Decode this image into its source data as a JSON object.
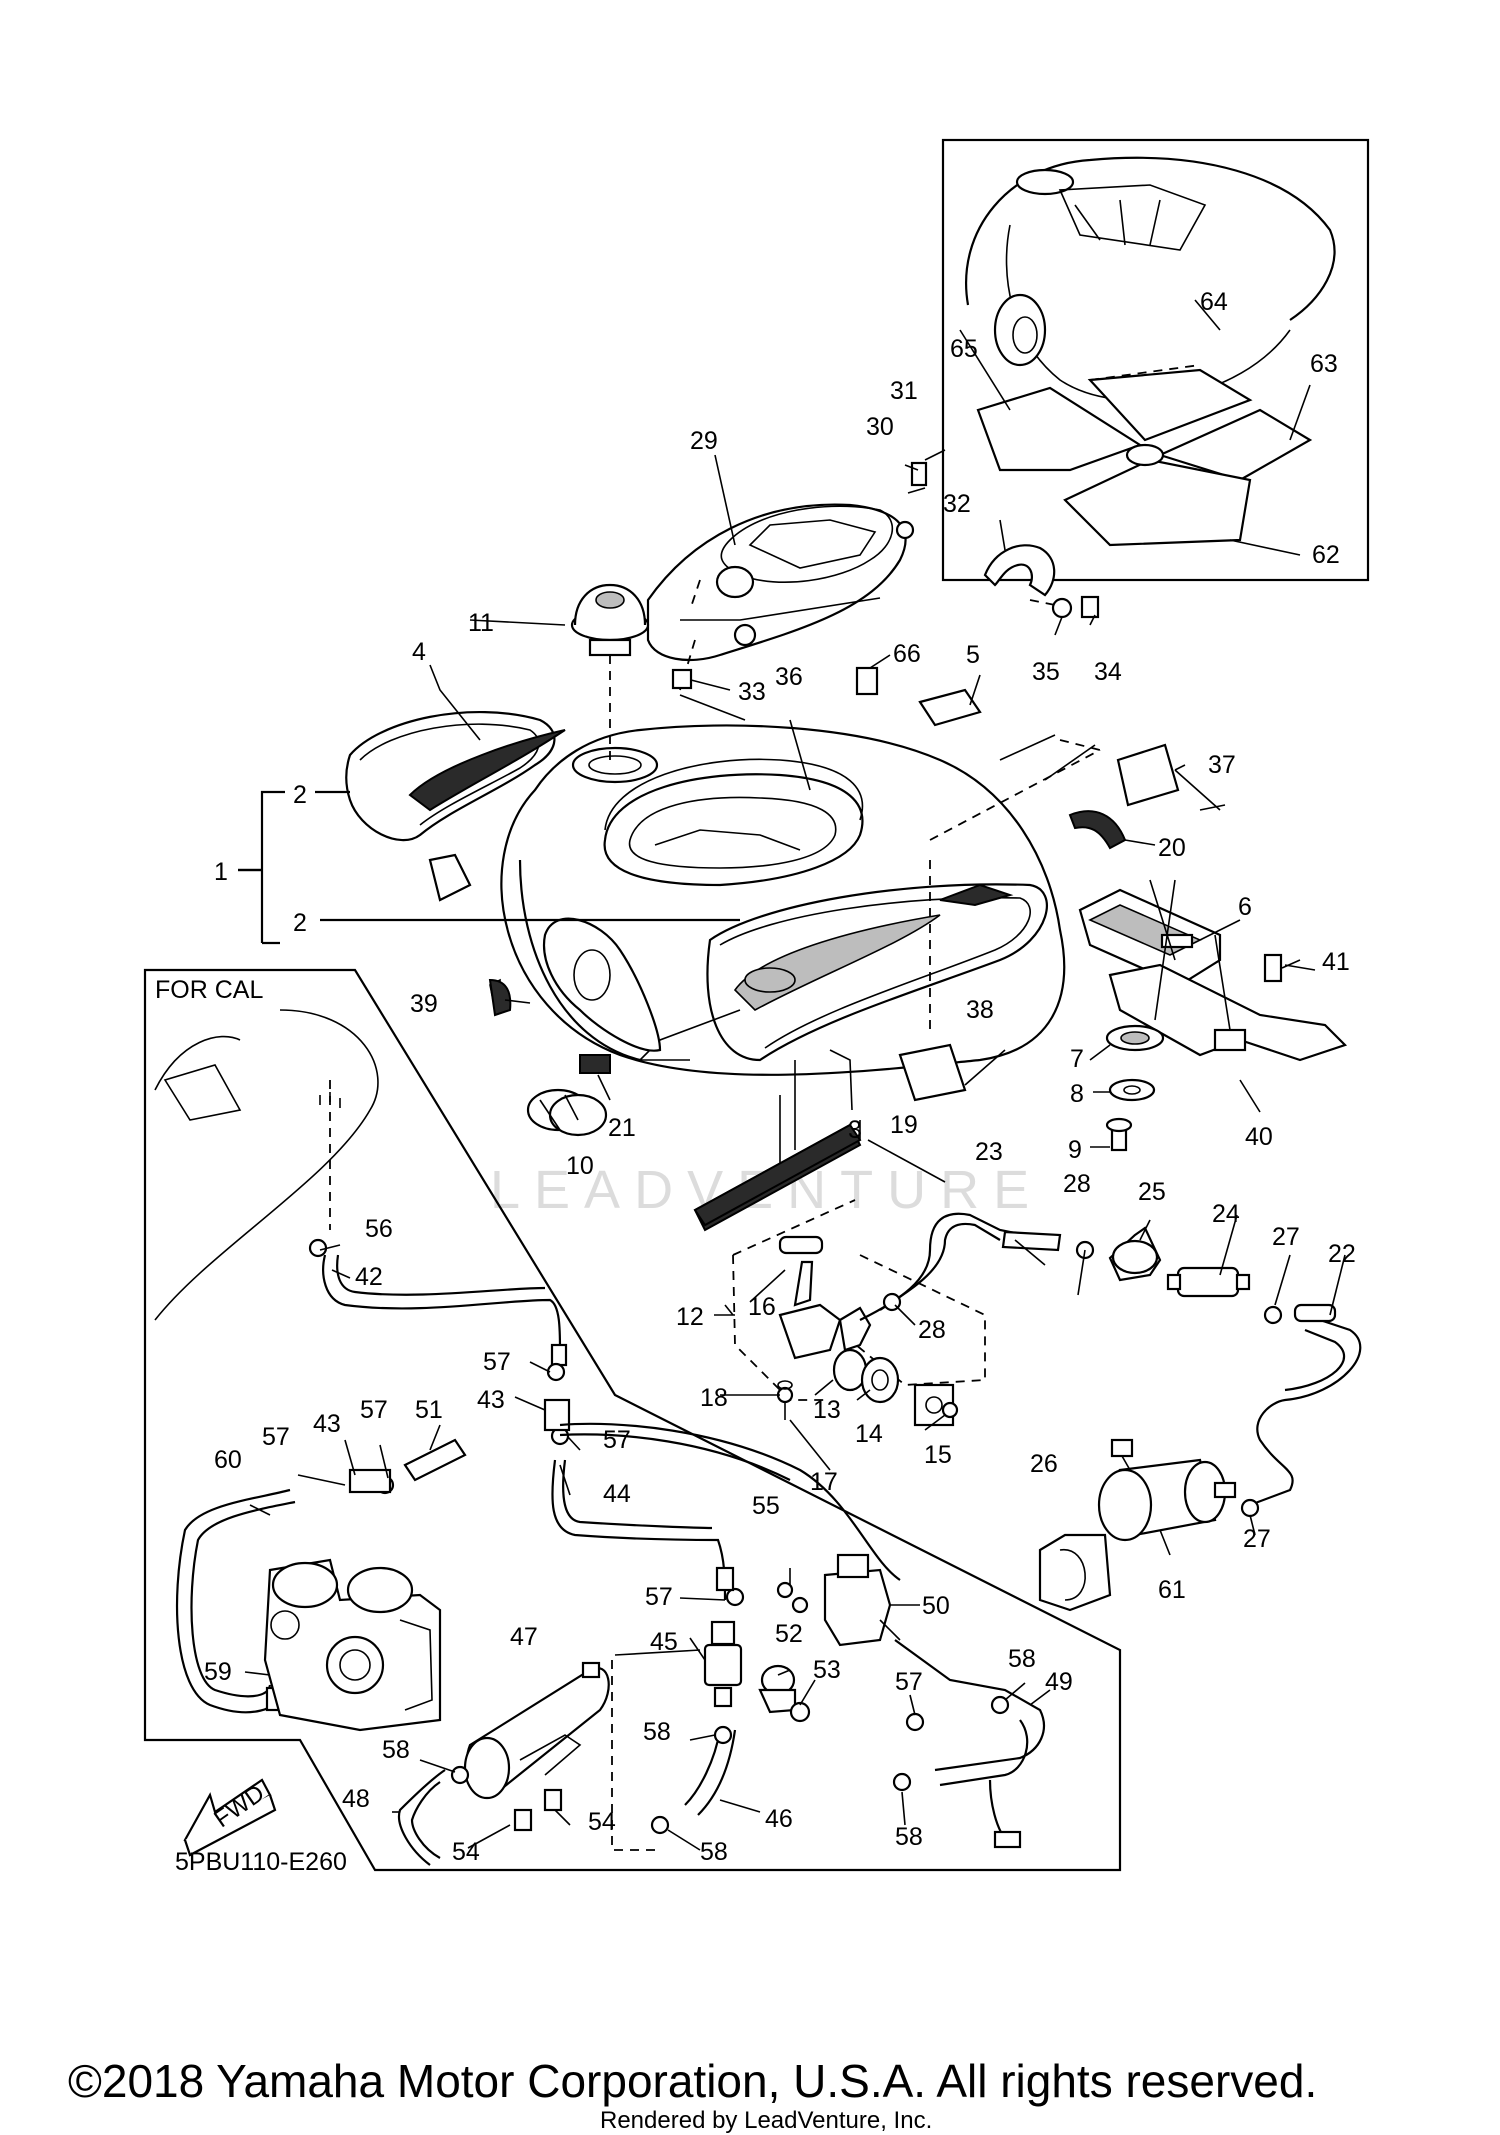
{
  "diagram": {
    "code": "5PBU110-E260",
    "inset_label": "FOR CAL",
    "fwd_label": "FWD",
    "watermark": "LEADVENTURE",
    "copyright": "©2018 Yamaha Motor Corporation, U.S.A. All rights reserved.",
    "rendered_by": "Rendered by LeadVenture, Inc.",
    "callouts": {
      "c1": "1",
      "c2a": "2",
      "c2b": "2",
      "c3": "3",
      "c4": "4",
      "c5": "5",
      "c6": "6",
      "c7": "7",
      "c8": "8",
      "c9": "9",
      "c10": "10",
      "c11": "11",
      "c12": "12",
      "c13": "13",
      "c14": "14",
      "c15": "15",
      "c16": "16",
      "c17": "17",
      "c18": "18",
      "c19": "19",
      "c20": "20",
      "c21": "21",
      "c22": "22",
      "c23": "23",
      "c24": "24",
      "c25": "25",
      "c26": "26",
      "c27a": "27",
      "c27b": "27",
      "c28a": "28",
      "c28b": "28",
      "c29": "29",
      "c30": "30",
      "c31": "31",
      "c32": "32",
      "c33": "33",
      "c34": "34",
      "c35": "35",
      "c36": "36",
      "c37": "37",
      "c38": "38",
      "c39": "39",
      "c40": "40",
      "c41": "41",
      "c42": "42",
      "c43a": "43",
      "c43b": "43",
      "c44": "44",
      "c45": "45",
      "c46": "46",
      "c47": "47",
      "c48": "48",
      "c49": "49",
      "c50": "50",
      "c51": "51",
      "c52": "52",
      "c53": "53",
      "c54a": "54",
      "c54b": "54",
      "c55": "55",
      "c56": "56",
      "c57a": "57",
      "c57b": "57",
      "c57c": "57",
      "c57d": "57",
      "c57e": "57",
      "c57f": "57",
      "c58a": "58",
      "c58b": "58",
      "c58c": "58",
      "c58d": "58",
      "c58e": "58",
      "c59": "59",
      "c60": "60",
      "c61": "61",
      "c62": "62",
      "c63": "63",
      "c64": "64",
      "c65": "65",
      "c66": "66"
    }
  }
}
